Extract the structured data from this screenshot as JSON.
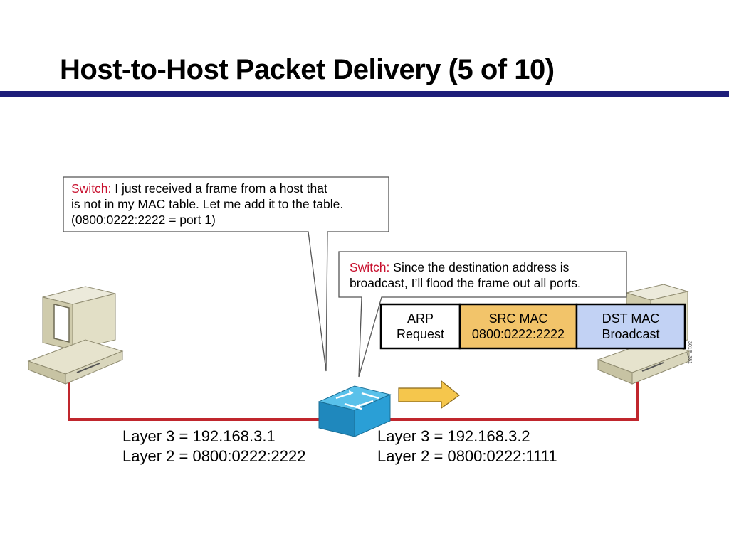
{
  "title": "Host-to-Host Packet Delivery (5 of 10)",
  "callouts": [
    {
      "speaker": "Switch:",
      "lines": [
        "I just received a frame from  a host that",
        "is not in my MAC table. Let me add it to the table.",
        "(0800:0222:2222 = port 1)"
      ]
    },
    {
      "speaker": "Switch:",
      "lines": [
        "Since the destination address is",
        "broadcast, I’ll flood the frame out all ports."
      ]
    }
  ],
  "frame": [
    {
      "line1": "ARP",
      "line2": "Request",
      "color": "#ffffff"
    },
    {
      "line1": "SRC MAC",
      "line2": "0800:0222:2222",
      "color": "#f2c46a"
    },
    {
      "line1": "DST MAC",
      "line2": "Broadcast",
      "color": "#c2d2f4"
    }
  ],
  "hosts": {
    "left": {
      "layer3": "Layer 3 = 192.168.3.1",
      "layer2": "Layer 2 = 0800:0222:2222"
    },
    "right": {
      "layer3": "Layer 3 = 192.168.3.2",
      "layer2": "Layer 2 = 0800:0222:1111"
    }
  },
  "figure_id": "301P_381",
  "colors": {
    "title_rule": "#1e1e7a",
    "link": "#c0262d",
    "switch": "#2aa6dc",
    "arrow": "#f5c64c",
    "speaker": "#c8102e",
    "pc_body": "#d7d4b8"
  }
}
